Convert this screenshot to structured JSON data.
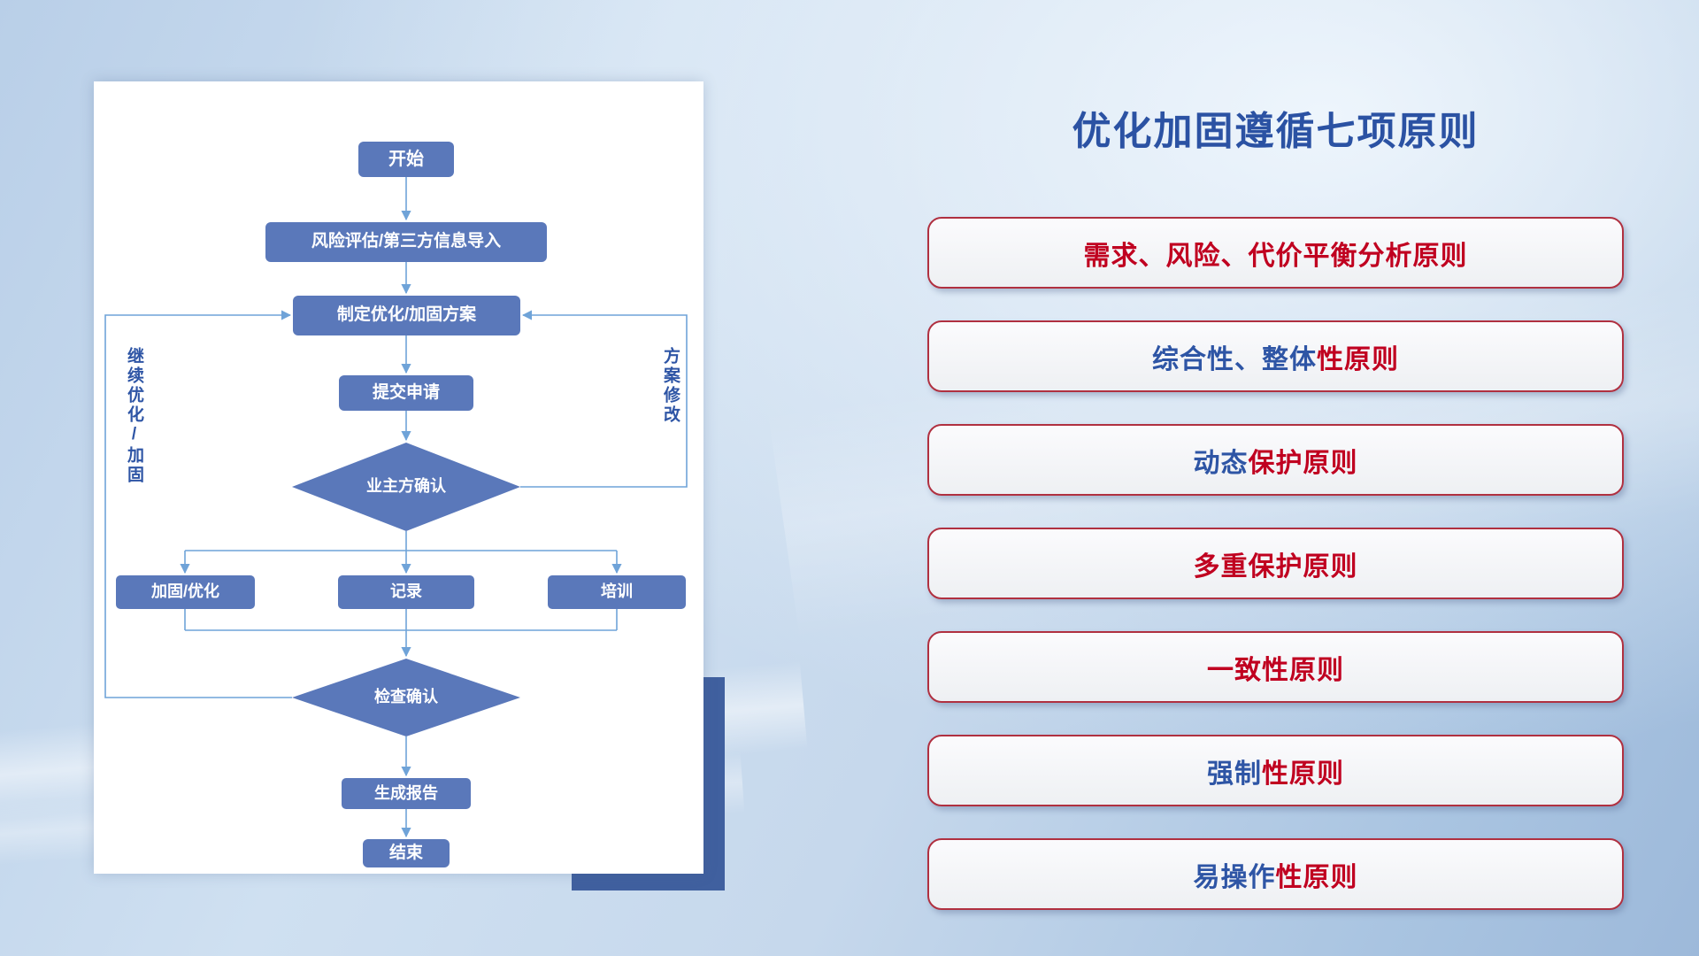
{
  "slide": {
    "title": "优化加固遵循七项原则"
  },
  "flowchart": {
    "nodes": {
      "start": "开始",
      "risk_import": "风险评估/第三方信息导入",
      "make_plan": "制定优化/加固方案",
      "submit": "提交申请",
      "owner_confirm": "业主方确认",
      "harden": "加固/优化",
      "record": "记录",
      "training": "培训",
      "check_confirm": "检查确认",
      "report": "生成报告",
      "end": "结束"
    },
    "edge_labels": {
      "continue_optimize": "继续优化/加固",
      "plan_modify": "方案修改"
    }
  },
  "principles": [
    {
      "blue": "",
      "red": "需求、风险、代价平衡分析原则"
    },
    {
      "blue": "综合性、整体",
      "red": "性原则"
    },
    {
      "blue": "动态",
      "red": "保护原则"
    },
    {
      "blue": "",
      "red": "多重保护原则"
    },
    {
      "blue": "",
      "red": "一致性原则"
    },
    {
      "blue": "强制",
      "red": "性原则"
    },
    {
      "blue": "易操作",
      "red": "性原则"
    }
  ],
  "colors": {
    "accent_blue": "#2b52a3",
    "accent_red": "#c00020",
    "node_fill": "#5a78ba",
    "connector_blue": "#6fa3d8",
    "shadow_block_blue": "#40609f"
  }
}
